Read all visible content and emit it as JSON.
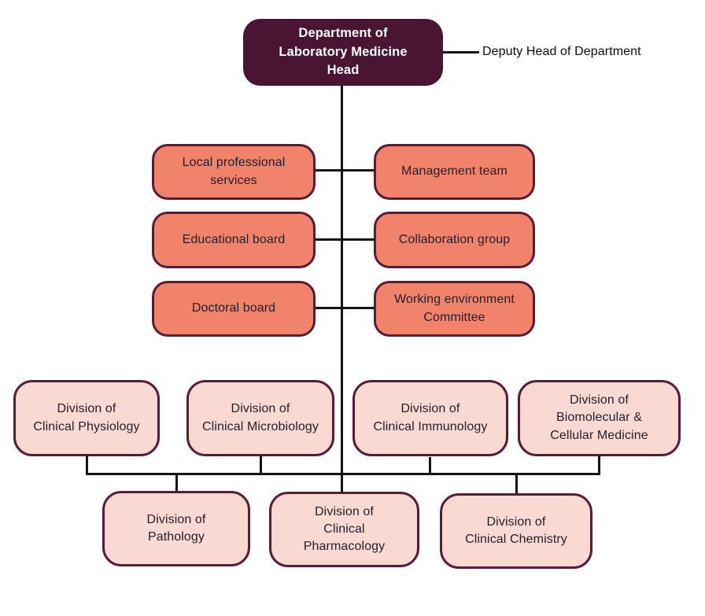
{
  "colors": {
    "head_bg": "#4A1533",
    "head_text": "#FFFFFF",
    "committee_bg": "#F0836A",
    "division_bg": "#FAD9D2",
    "node_border": "#5A1B3B",
    "node_text": "#23202E",
    "line": "#141414",
    "canvas_bg": "#FFFFFF"
  },
  "org": {
    "head": {
      "label": "Department of\nLaboratory Medicine\nHead"
    },
    "deputy": {
      "label": "Deputy Head of Department"
    },
    "committees": [
      {
        "label": "Local professional\nservices"
      },
      {
        "label": "Management team"
      },
      {
        "label": "Educational board"
      },
      {
        "label": "Collaboration group"
      },
      {
        "label": "Doctoral board"
      },
      {
        "label": "Working environment\nCommittee"
      }
    ],
    "divisions": [
      {
        "label": "Division of\nClinical Physiology"
      },
      {
        "label": "Division of\nClinical Microbiology"
      },
      {
        "label": "Division of\nClinical Immunology"
      },
      {
        "label": "Division of\nBiomolecular &\nCellular Medicine"
      },
      {
        "label": "Division of\nPathology"
      },
      {
        "label": "Division of\nClinical\nPharmacology"
      },
      {
        "label": "Division of\nClinical Chemistry"
      }
    ]
  }
}
